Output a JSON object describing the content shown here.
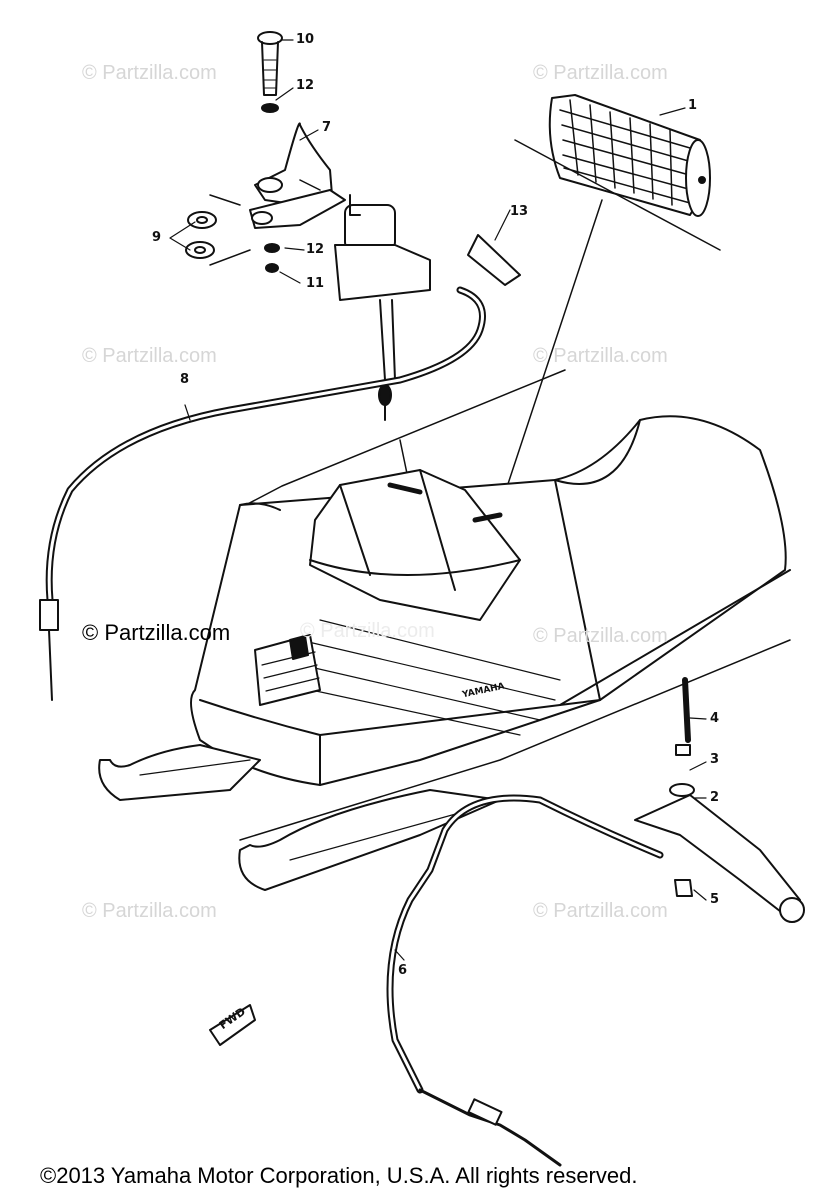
{
  "watermarks": [
    "© Partzilla.com",
    "© Partzilla.com",
    "© Partzilla.com",
    "© Partzilla.com",
    "© Partzilla.com",
    "© Partzilla.com",
    "© Partzilla.com",
    "© Partzilla.com"
  ],
  "watermark_main": "© Partzilla.com",
  "callouts": [
    "1",
    "2",
    "3",
    "4",
    "5",
    "6",
    "7",
    "8",
    "9",
    "10",
    "11",
    "12",
    "12",
    "13"
  ],
  "body_label": "YAMAHA",
  "fwd_label": "FWD",
  "copyright": "©2013  Yamaha Motor Corporation, U.S.A. All rights reserved.",
  "colors": {
    "ink": "#111111",
    "watermark": "#d6d6d6",
    "background": "#ffffff"
  }
}
